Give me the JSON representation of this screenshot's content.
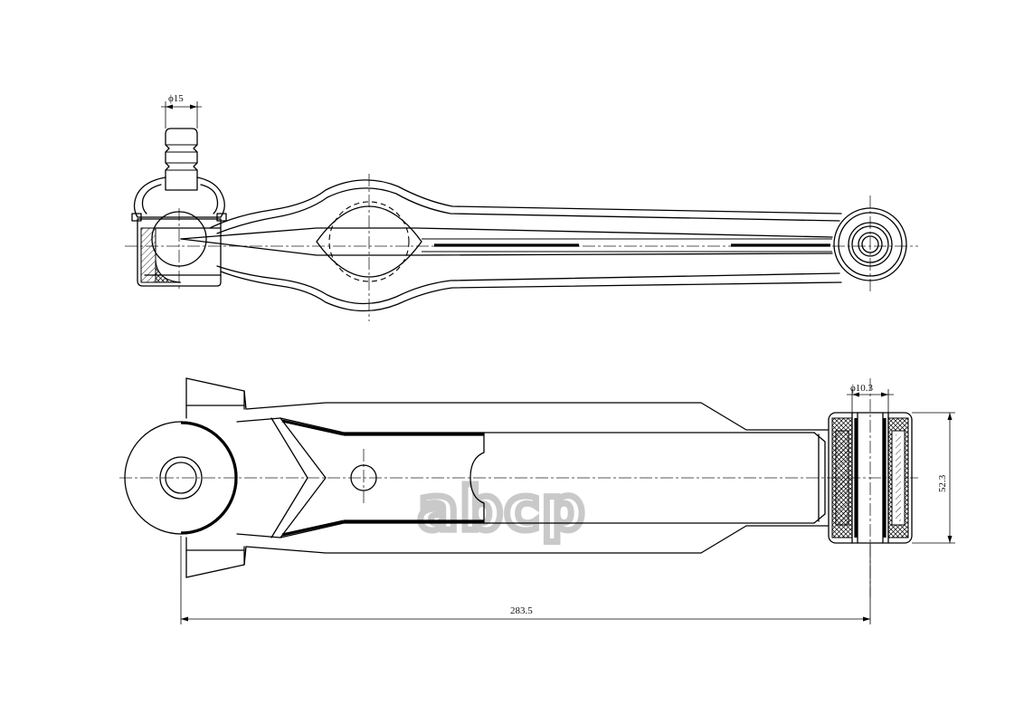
{
  "dimensions": {
    "ball_stud_diameter": "ϕ15",
    "bushing_bore_diameter": "ϕ10.3",
    "bushing_width": "52.3",
    "overall_length": "283.5"
  },
  "watermark": {
    "text": "abcp",
    "color": "#c9c9c9"
  },
  "colors": {
    "line": "#000000",
    "background": "#ffffff"
  }
}
